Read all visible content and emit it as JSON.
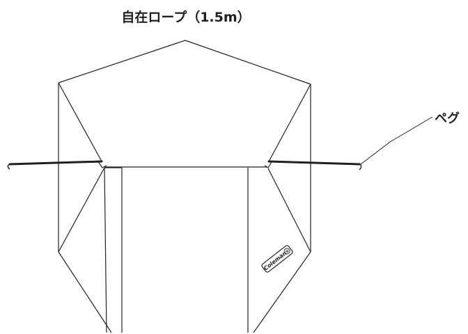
{
  "labels": {
    "rope": "自在ロープ（1.5m）",
    "peg": "ペグ"
  },
  "logo": {
    "text": "Coleman",
    "mark": "®"
  },
  "colors": {
    "line": "#231f20",
    "background": "#ffffff"
  }
}
